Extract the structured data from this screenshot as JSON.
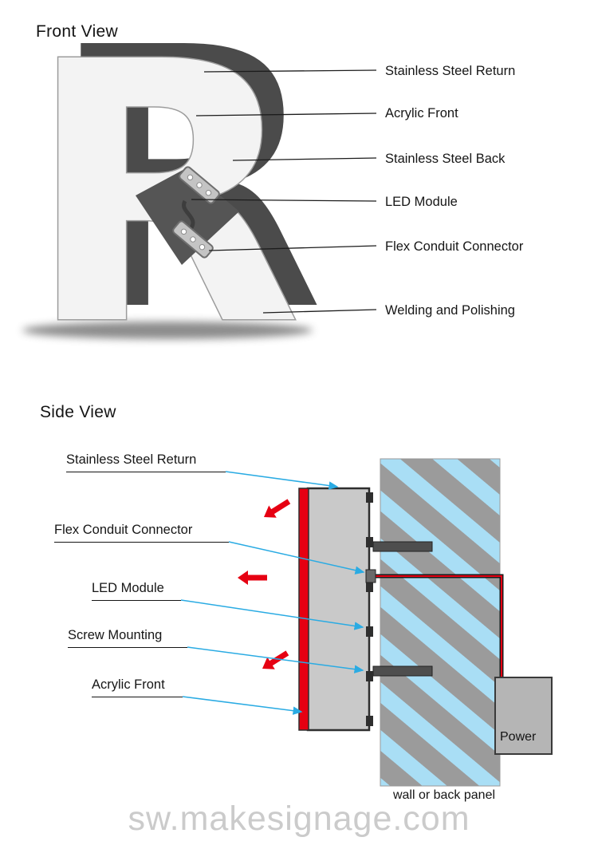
{
  "front_view": {
    "title": "Front View",
    "letter": "R",
    "labels": [
      {
        "text": "Stainless Steel Return"
      },
      {
        "text": "Acrylic Front"
      },
      {
        "text": "Stainless Steel Back"
      },
      {
        "text": "LED Module"
      },
      {
        "text": "Flex Conduit Connector"
      },
      {
        "text": "Welding and Polishing"
      }
    ]
  },
  "side_view": {
    "title": "Side View",
    "labels": [
      {
        "text": "Stainless Steel Return"
      },
      {
        "text": "Flex Conduit Connector"
      },
      {
        "text": "LED Module"
      },
      {
        "text": "Screw Mounting"
      },
      {
        "text": "Acrylic Front"
      }
    ],
    "power_label": "Power",
    "wall_label": "wall or back panel"
  },
  "watermark": "sw.makesignage.com",
  "colors": {
    "accent_red": "#e60012",
    "wall_blue": "#a9def5",
    "hatch_gray": "#9b9b9b",
    "callout_cyan": "#2aabe3",
    "letter_dark": "#4b4b4b"
  }
}
